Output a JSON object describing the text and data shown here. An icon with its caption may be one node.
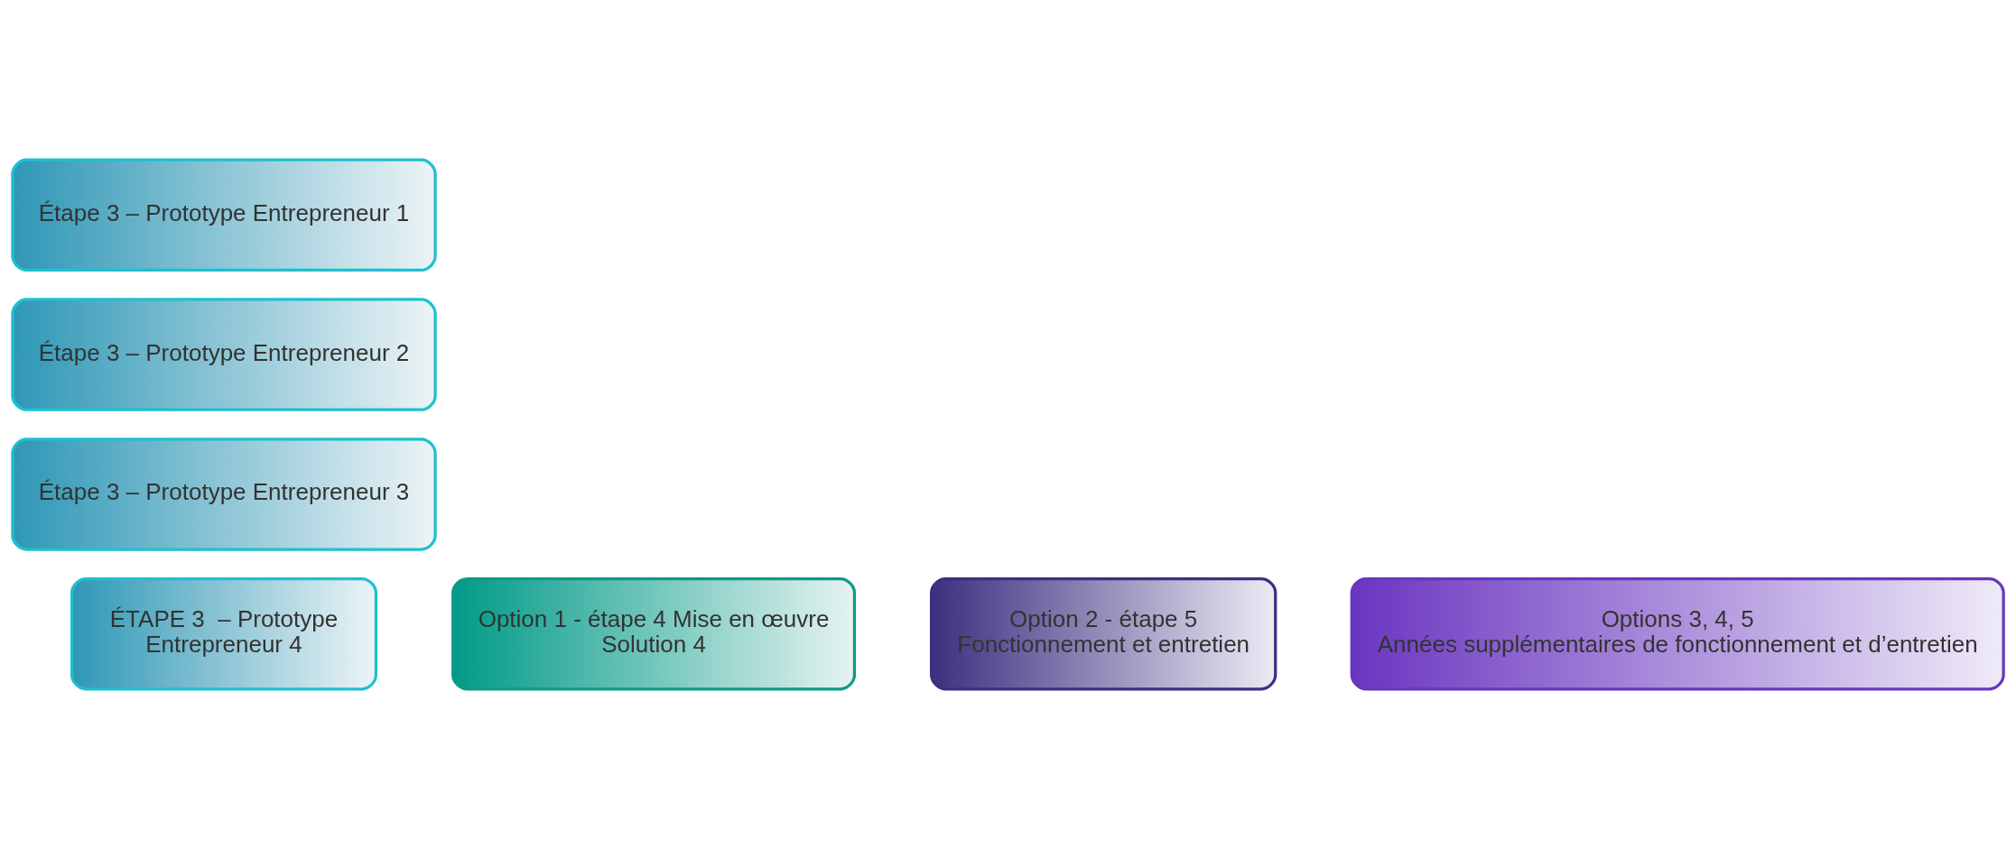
{
  "diagram": {
    "nodes": [
      {
        "text": [
          "Étape 3 – Prototype Entrepreneur 1"
        ]
      },
      {
        "text": [
          "Étape 3 – Prototype Entrepreneur 2"
        ]
      },
      {
        "text": [
          "Étape 3 – Prototype Entrepreneur 3"
        ]
      },
      {
        "text": [
          "ÉTAPE 3  – Prototype",
          "Entrepreneur 4"
        ]
      },
      {
        "text": [
          "Option 1 - étape 4 Mise en œuvre",
          "Solution 4"
        ]
      },
      {
        "text": [
          "Option 2 - étape 5",
          "Fonctionnement et entretien"
        ]
      },
      {
        "text": [
          "Options 3, 4, 5",
          "Années supplémentaires de fonctionnement et d’entretien"
        ]
      }
    ],
    "edges": []
  }
}
